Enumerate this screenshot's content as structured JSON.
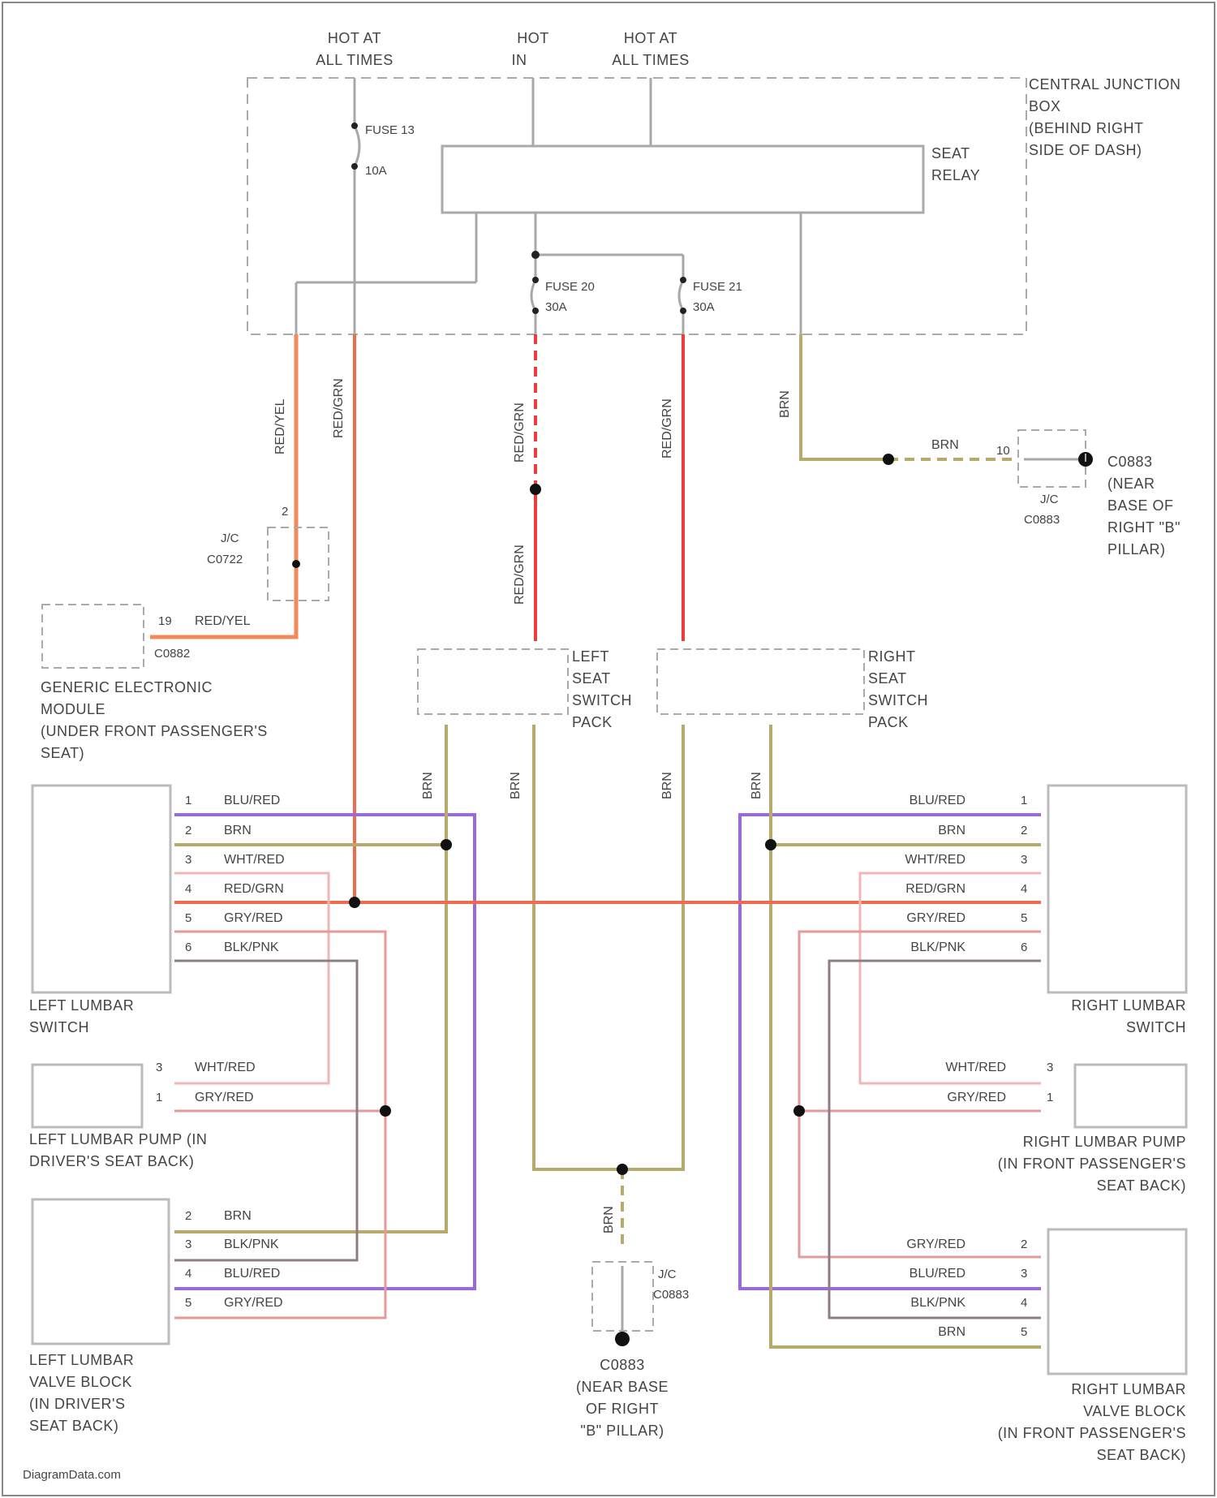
{
  "power": {
    "hot_left": [
      "HOT AT",
      "ALL TIMES"
    ],
    "hot_mid": [
      "HOT",
      "IN"
    ],
    "hot_right": [
      "HOT AT",
      "ALL TIMES"
    ]
  },
  "junction_box": {
    "label": [
      "CENTRAL JUNCTION",
      "BOX",
      "(BEHIND RIGHT",
      "SIDE OF DASH)"
    ],
    "relay_label": [
      "SEAT",
      "RELAY"
    ],
    "fuse13": [
      "FUSE 13",
      "10A"
    ],
    "fuse20": [
      "FUSE 20",
      "30A"
    ],
    "fuse21": [
      "FUSE 21",
      "30A"
    ]
  },
  "wires": {
    "red_yel": "RED/YEL",
    "red_grn": "RED/GRN",
    "brn": "BRN",
    "blu_red": "BLU/RED",
    "wht_red": "WHT/RED",
    "gry_red": "GRY/RED",
    "blk_pnk": "BLK/PNK"
  },
  "connectors": {
    "c0722": [
      "J/C",
      "C0722"
    ],
    "c0882": "C0882",
    "c0883_jc": [
      "J/C",
      "C0883"
    ],
    "c0883_label": [
      "C0883",
      "(NEAR",
      "BASE OF",
      "RIGHT \"B\"",
      "PILLAR)"
    ],
    "c0883_jc2": [
      "J/C",
      "C0883"
    ],
    "c0883_label2": [
      "C0883",
      "(NEAR BASE",
      "OF RIGHT",
      "\"B\" PILLAR)"
    ]
  },
  "components": {
    "gem": [
      "GENERIC ELECTRONIC",
      "MODULE",
      "(UNDER FRONT PASSENGER'S",
      "SEAT)"
    ],
    "left_pack": [
      "LEFT",
      "SEAT",
      "SWITCH",
      "PACK"
    ],
    "right_pack": [
      "RIGHT",
      "SEAT",
      "SWITCH",
      "PACK"
    ],
    "left_switch": [
      "LEFT LUMBAR",
      "SWITCH"
    ],
    "right_switch": [
      "RIGHT LUMBAR",
      "SWITCH"
    ],
    "left_pump": [
      "LEFT LUMBAR PUMP (IN",
      "DRIVER'S SEAT BACK)"
    ],
    "right_pump": [
      "RIGHT LUMBAR PUMP",
      "(IN FRONT PASSENGER'S",
      "SEAT BACK)"
    ],
    "left_valve": [
      "LEFT LUMBAR",
      "VALVE BLOCK",
      "(IN DRIVER'S",
      "SEAT BACK)"
    ],
    "right_valve": [
      "RIGHT LUMBAR",
      "VALVE BLOCK",
      "(IN FRONT PASSENGER'S",
      "SEAT BACK)"
    ]
  },
  "pins": {
    "switch": [
      "1",
      "2",
      "3",
      "4",
      "5",
      "6"
    ],
    "switch_wires": [
      "BLU/RED",
      "BRN",
      "WHT/RED",
      "RED/GRN",
      "GRY/RED",
      "BLK/PNK"
    ],
    "left_pump": [
      "3",
      "1"
    ],
    "left_pump_wires": [
      "WHT/RED",
      "GRY/RED"
    ],
    "right_pump": [
      "3",
      "1"
    ],
    "right_pump_wires": [
      "WHT/RED",
      "GRY/RED"
    ],
    "left_valve": [
      "2",
      "3",
      "4",
      "5"
    ],
    "left_valve_wires": [
      "BRN",
      "BLK/PNK",
      "BLU/RED",
      "GRY/RED"
    ],
    "right_valve": [
      "2",
      "3",
      "4",
      "5"
    ],
    "right_valve_wires": [
      "GRY/RED",
      "BLU/RED",
      "BLK/PNK",
      "BRN"
    ],
    "gem_pin": "19",
    "c0883_pin": "10",
    "c0722_pin": "2"
  },
  "footer": "DiagramData.com",
  "colors": {
    "red_yel": "#f08a5a",
    "red_grn": "#f06a50",
    "red": "#ee3b3b",
    "brn": "#b8aa6a",
    "blu_red": "#9b6ad8",
    "wht_red": "#f3b6b6",
    "gry_red": "#e59a9a",
    "blk_pnk": "#8f7d85",
    "gray": "#a8a8a8"
  }
}
